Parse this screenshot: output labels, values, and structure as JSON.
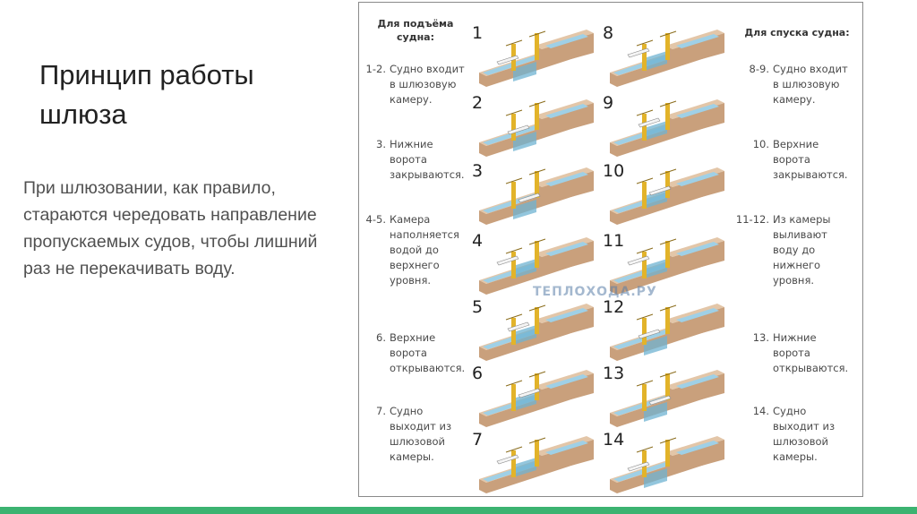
{
  "slide": {
    "title": "Принцип работы шлюза",
    "body": "При шлюзовании, как правило, стараются чередовать направление пропускаемых судов, чтобы лишний раз не перекачивать воду."
  },
  "figure": {
    "heading_up": "Для подъёма\nсудна:",
    "heading_down": "Для спуска судна:",
    "watermark": "ТЕПЛОХОДА.РУ",
    "captions_up": [
      {
        "num": "1-2.",
        "text": "Судно входит\nв шлюзовую\nкамеру."
      },
      {
        "num": "3.",
        "text": "Нижние\nворота\nзакрываются."
      },
      {
        "num": "4-5.",
        "text": "Камера\nнаполняется\nводой до\nверхнего\nуровня."
      },
      {
        "num": "6.",
        "text": "Верхние\nворота\nоткрываются."
      },
      {
        "num": "7.",
        "text": "Судно\nвыходит из\nшлюзовой\nкамеры."
      }
    ],
    "captions_down": [
      {
        "num": "8-9.",
        "text": "Судно входит\nв шлюзовую\nкамеру."
      },
      {
        "num": "10.",
        "text": "Верхние\nворота\nзакрываются."
      },
      {
        "num": "11-12.",
        "text": "Из камеры\nвыливают\nводу до\nнижнего\nуровня."
      },
      {
        "num": "13.",
        "text": "Нижние\nворота\nоткрываются."
      },
      {
        "num": "14.",
        "text": "Судно\nвыходит из\nшлюзовой\nкамеры."
      }
    ],
    "steps_up": [
      "1",
      "2",
      "3",
      "4",
      "5",
      "6",
      "7"
    ],
    "steps_down": [
      "8",
      "9",
      "10",
      "11",
      "12",
      "13",
      "14"
    ],
    "colors": {
      "earth_top": "#e3c6a8",
      "earth_side": "#c9a07c",
      "water": "#9fd0e6",
      "water_dark": "#6fb3d2",
      "gate": "#e2b32a",
      "ship": "#f4f4f4"
    }
  }
}
